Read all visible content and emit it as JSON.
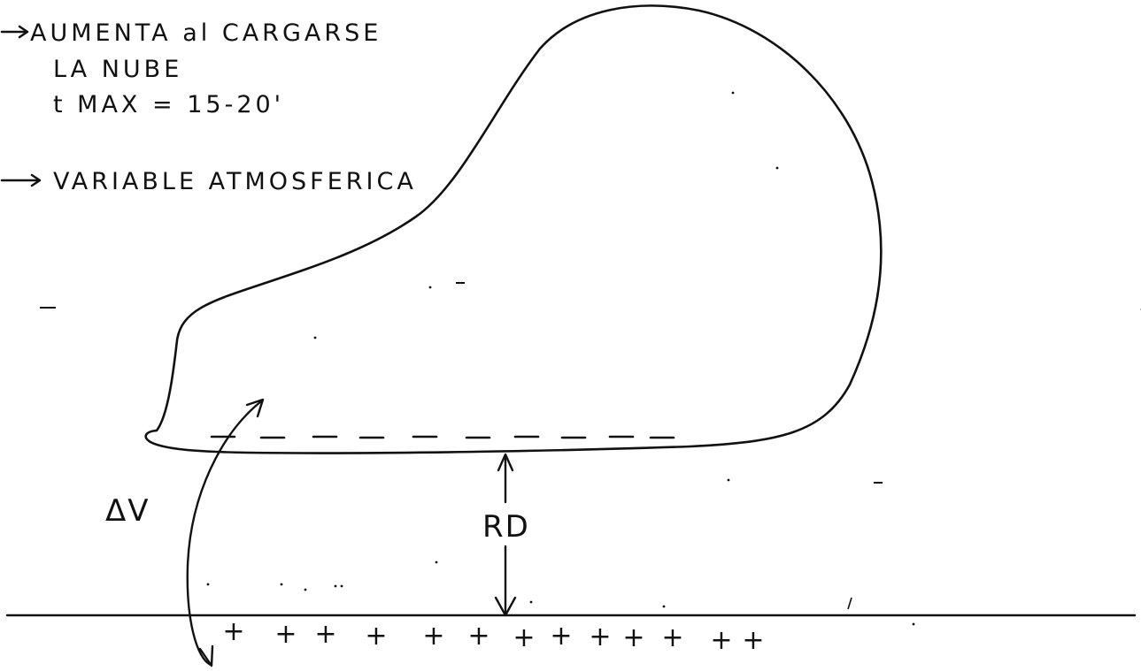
{
  "annotations": {
    "line1": "AUMENTA al CARGARSE",
    "line2": "LA   NUBE",
    "line3": "t MAX = 15-20'",
    "line4": "VARIABLE ATMOSFERICA"
  },
  "labels": {
    "delta_v": "ΔV",
    "rd": "RD"
  },
  "ground_charges": [
    "+",
    "+",
    "+",
    "+",
    "+",
    "+",
    "+",
    "+",
    "+",
    "+",
    "+",
    "+",
    "+"
  ],
  "cloud_base_charges": [
    "−",
    "−",
    "−",
    "−",
    "−",
    "−",
    "−",
    "−",
    "−",
    "−"
  ],
  "colors": {
    "ink": "#111111",
    "paper": "#ffffff"
  }
}
